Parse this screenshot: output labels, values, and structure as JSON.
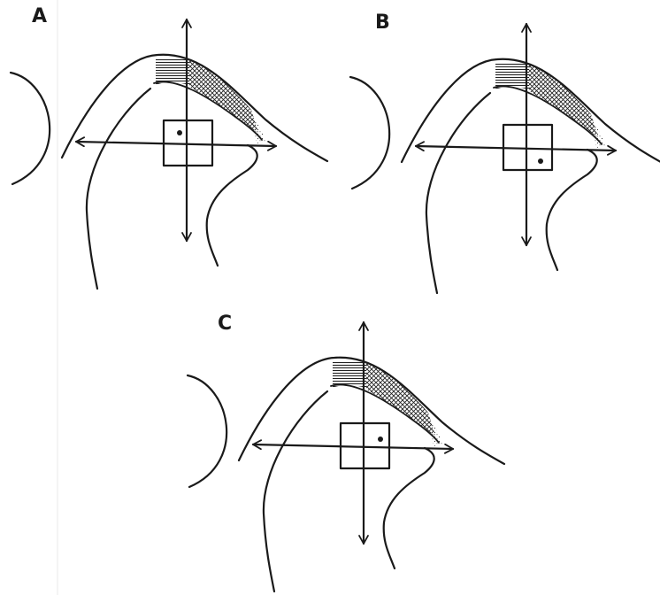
{
  "panels": [
    {
      "label": "A",
      "marker_quadrant": "upper-left"
    },
    {
      "label": "B",
      "marker_quadrant": "lower-right"
    },
    {
      "label": "C",
      "marker_quadrant": "upper-right"
    }
  ],
  "colors": {
    "ink": "#1a1a1a",
    "background": "#ffffff"
  }
}
